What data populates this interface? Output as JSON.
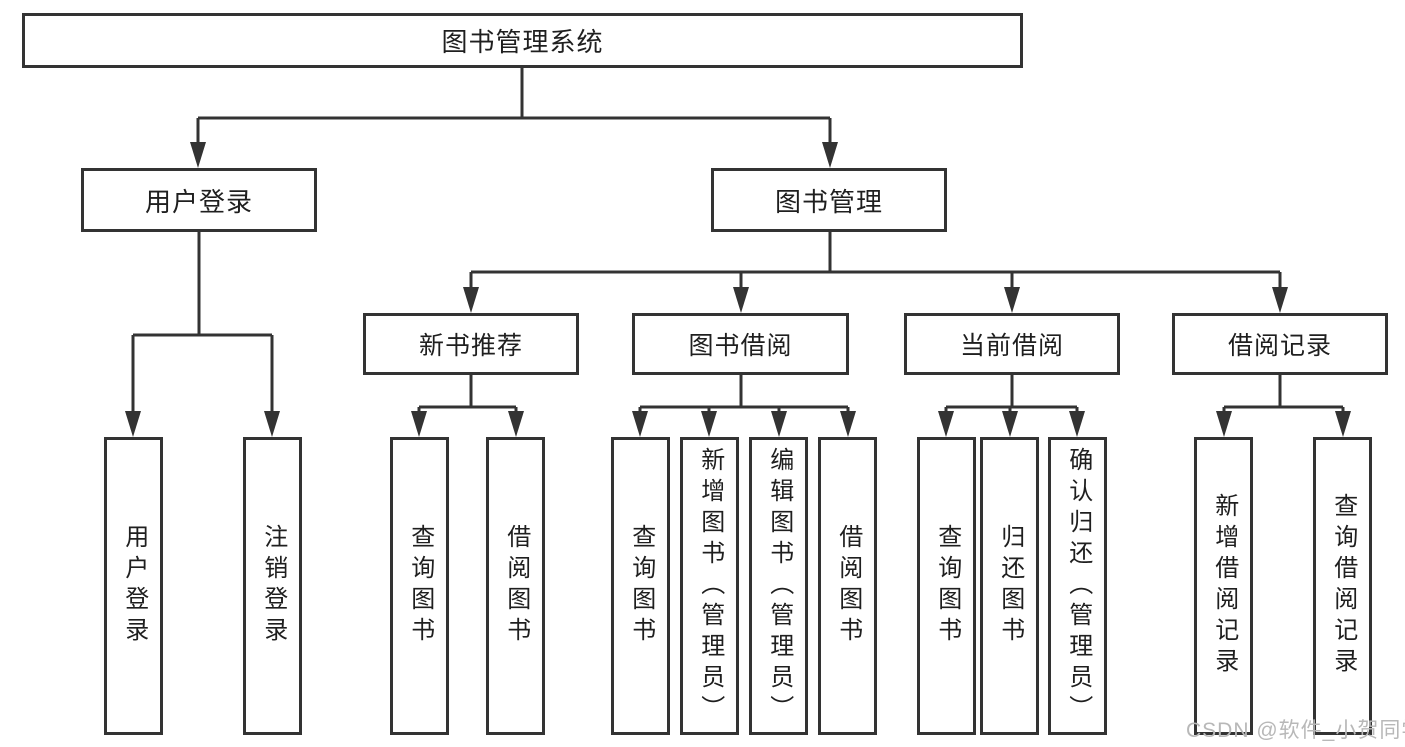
{
  "tree": {
    "label": "图书管理系统",
    "children": [
      {
        "label": "用户登录",
        "children": [
          {
            "label": "用户登录"
          },
          {
            "label": "注销登录"
          }
        ]
      },
      {
        "label": "图书管理",
        "children": [
          {
            "label": "新书推荐",
            "children": [
              {
                "label": "查询图书"
              },
              {
                "label": "借阅图书"
              }
            ]
          },
          {
            "label": "图书借阅",
            "children": [
              {
                "label": "查询图书"
              },
              {
                "label": "新增图书（管理员）"
              },
              {
                "label": "编辑图书（管理员）"
              },
              {
                "label": "借阅图书"
              }
            ]
          },
          {
            "label": "当前借阅",
            "children": [
              {
                "label": "查询图书"
              },
              {
                "label": "归还图书"
              },
              {
                "label": "确认归还（管理员）"
              }
            ]
          },
          {
            "label": "借阅记录",
            "children": [
              {
                "label": "新增借阅记录"
              },
              {
                "label": "查询借阅记录"
              }
            ]
          }
        ]
      }
    ]
  },
  "watermark": {
    "text": "CSDN @软件_小贺同学"
  },
  "colors": {
    "line": "#333333",
    "box_border": "#333333",
    "text": "#1f1f1f",
    "watermark": "#b8b8b8",
    "background": "#ffffff"
  }
}
